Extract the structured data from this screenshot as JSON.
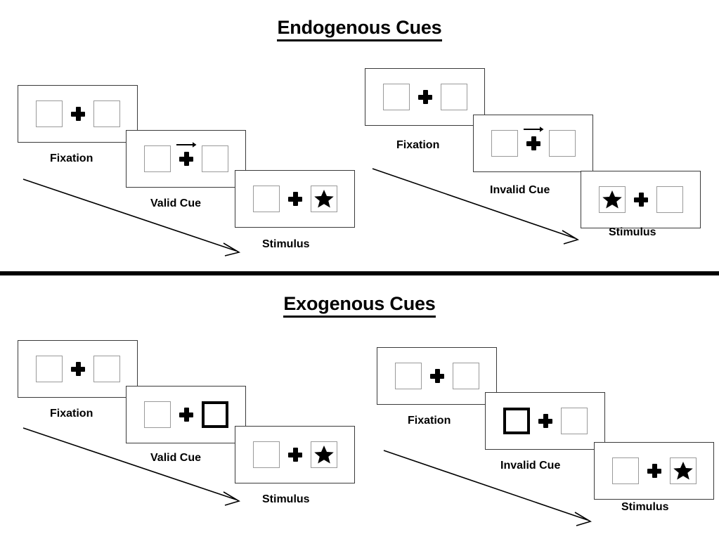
{
  "figure": {
    "title_endogenous": "Endogenous Cues",
    "title_exogenous": "Exogenous Cues"
  },
  "icons": {
    "fixation_cross": "plus-icon",
    "arrow_cue_right": "arrow-right-icon",
    "target_star": "star-icon",
    "flow_arrow": "diagonal-arrow-icon"
  },
  "sections": [
    {
      "id": "endogenous",
      "title": "Endogenous Cues",
      "sequences": [
        {
          "id": "endogenous-valid",
          "panels": [
            {
              "caption": "Fixation",
              "left_box": "empty",
              "right_box": "empty",
              "cue": "none",
              "target": "none"
            },
            {
              "caption": "Valid Cue",
              "left_box": "empty",
              "right_box": "empty",
              "cue": "arrow-right",
              "target": "none"
            },
            {
              "caption": "Stimulus",
              "left_box": "empty",
              "right_box": "star",
              "cue": "none",
              "target": "right"
            }
          ]
        },
        {
          "id": "endogenous-invalid",
          "panels": [
            {
              "caption": "Fixation",
              "left_box": "empty",
              "right_box": "empty",
              "cue": "none",
              "target": "none"
            },
            {
              "caption": "Invalid Cue",
              "left_box": "empty",
              "right_box": "empty",
              "cue": "arrow-right",
              "target": "none"
            },
            {
              "caption": "Stimulus",
              "left_box": "star",
              "right_box": "empty",
              "cue": "none",
              "target": "left"
            }
          ]
        }
      ]
    },
    {
      "id": "exogenous",
      "title": "Exogenous Cues",
      "sequences": [
        {
          "id": "exogenous-valid",
          "panels": [
            {
              "caption": "Fixation",
              "left_box": "empty",
              "right_box": "empty",
              "cue": "none",
              "target": "none"
            },
            {
              "caption": "Valid Cue",
              "left_box": "empty",
              "right_box": "cued",
              "cue": "box-flash",
              "target": "none"
            },
            {
              "caption": "Stimulus",
              "left_box": "empty",
              "right_box": "star",
              "cue": "none",
              "target": "right"
            }
          ]
        },
        {
          "id": "exogenous-invalid",
          "panels": [
            {
              "caption": "Fixation",
              "left_box": "empty",
              "right_box": "empty",
              "cue": "none",
              "target": "none"
            },
            {
              "caption": "Invalid Cue",
              "left_box": "cued",
              "right_box": "empty",
              "cue": "box-flash",
              "target": "none"
            },
            {
              "caption": "Stimulus",
              "left_box": "empty",
              "right_box": "star",
              "cue": "none",
              "target": "right"
            }
          ]
        }
      ]
    }
  ],
  "colors": {
    "ink": "#000000",
    "panel_border": "#3a3a3a",
    "box_border": "#9a9a9a",
    "background": "#ffffff"
  }
}
